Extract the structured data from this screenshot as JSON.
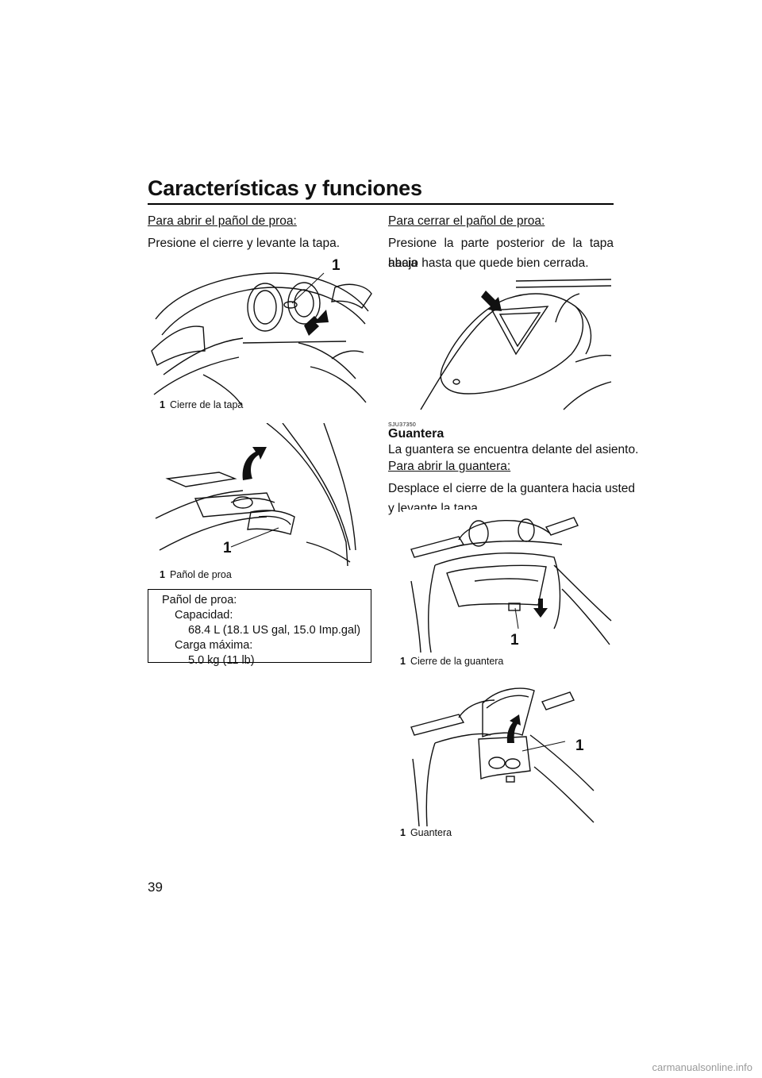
{
  "header": {
    "title": "Características y funciones"
  },
  "left": {
    "open_bow": {
      "heading": "Para abrir el pañol de proa:",
      "text": "Presione el cierre y levante la tapa."
    },
    "fig1": {
      "callout": "1",
      "caption_num": "1",
      "caption": "Cierre de la tapa"
    },
    "fig2": {
      "callout": "1",
      "caption_num": "1",
      "caption": "Pañol de proa"
    },
    "spec": {
      "title": "Pañol de proa:",
      "capacity_label": "Capacidad:",
      "capacity_value": "68.4 L (18.1 US gal, 15.0 Imp.gal)",
      "load_label": "Carga máxima:",
      "load_value": "5.0 kg (11 lb)"
    }
  },
  "right": {
    "close_bow": {
      "heading": "Para cerrar el pañol de proa:",
      "text_line1": "Presione la parte posterior de la tapa hacia",
      "text_line2": "abajo hasta que quede bien cerrada."
    },
    "glovebox": {
      "code": "SJU37350",
      "heading": "Guantera",
      "text": "La guantera se encuentra delante del asiento.",
      "open_heading": "Para abrir la guantera:",
      "open_line1": "Desplace el cierre de la guantera hacia usted",
      "open_line2": "y levante la tapa."
    },
    "fig4": {
      "callout": "1",
      "caption_num": "1",
      "caption": "Cierre de la guantera"
    },
    "fig5": {
      "callout": "1",
      "caption_num": "1",
      "caption": "Guantera"
    }
  },
  "footer": {
    "page_number": "39",
    "watermark": "carmanualsonline.info"
  }
}
